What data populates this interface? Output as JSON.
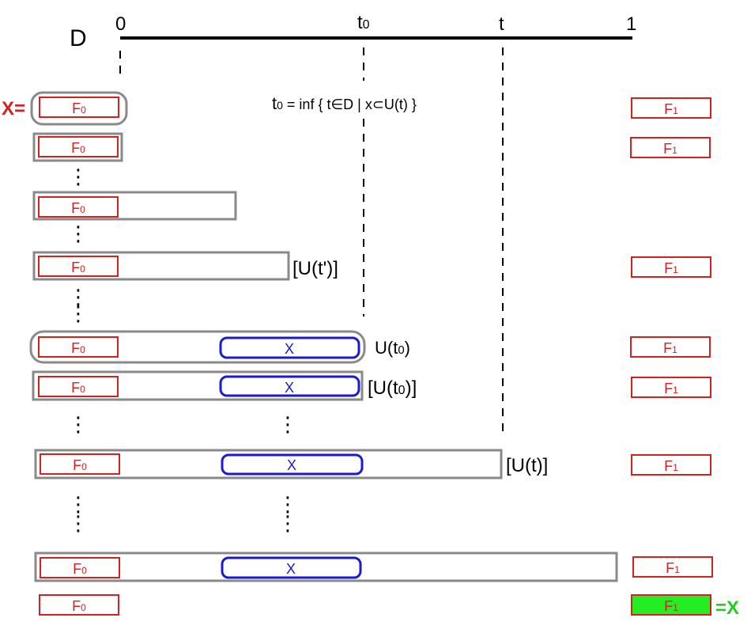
{
  "axis": {
    "set_label": "D",
    "tick_0": "0",
    "tick_t0": "t",
    "tick_t0_sub": "0",
    "tick_t": "t",
    "tick_1": "1"
  },
  "definition": {
    "t_main": "t",
    "t_sub": "0",
    "body": " = inf { t∈D | x⊂U(t) }"
  },
  "labels": {
    "F0": "F",
    "F0_sub": "0",
    "F1": "F",
    "F1_sub": "1",
    "x": "X",
    "X_eq": "X=",
    "eq_X": "=X",
    "U_tprime": "[U(t')]",
    "U_t0_open_pre": "U(t",
    "U_t0_open_sub": "0",
    "U_t0_open_post": ")",
    "U_t0_closed_pre": "[U(t",
    "U_t0_closed_sub": "0",
    "U_t0_closed_post": ")]",
    "U_t": "[U(t)]",
    "vdots": "⋮"
  },
  "colors": {
    "red": "#d42020",
    "blue": "#1a1ad0",
    "gray": "#8a8a8a",
    "green": "#22ee22",
    "black": "#000000"
  }
}
